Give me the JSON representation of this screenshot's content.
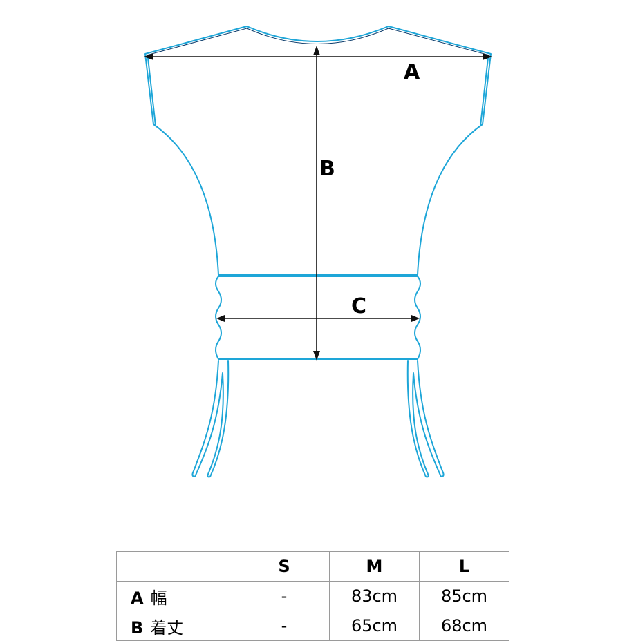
{
  "diagram": {
    "dimension_labels": {
      "a": "A",
      "b": "B",
      "c": "C"
    },
    "colors": {
      "garment_outline": "#1ea6d8",
      "measure_lines": "#111111",
      "table_border": "#9a9a9a"
    }
  },
  "size_table": {
    "header": [
      "",
      "S",
      "M",
      "L"
    ],
    "rows": [
      {
        "key": "A",
        "name": "幅",
        "values": [
          "-",
          "83cm",
          "85cm"
        ]
      },
      {
        "key": "B",
        "name": "着丈",
        "values": [
          "-",
          "65cm",
          "68cm"
        ]
      }
    ]
  }
}
